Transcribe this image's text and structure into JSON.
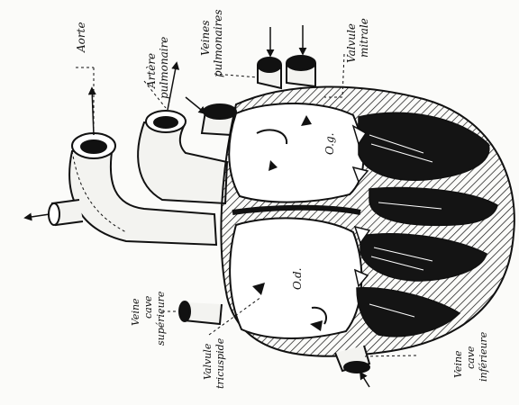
{
  "diagram": {
    "labels": {
      "aorte": "Aorte",
      "artere_pulm_1": "Artère",
      "artere_pulm_2": "pulmonaire",
      "veines_pulm_1": "Veines",
      "veines_pulm_2": "pulmonaires",
      "valvule_mitrale_1": "Valvule",
      "valvule_mitrale_2": "mitrale",
      "og": "O.g.",
      "od": "O.d.",
      "vcs_1": "Veine",
      "vcs_2": "cave",
      "vcs_3": "supérieure",
      "valvule_tric_1": "Valvule",
      "valvule_tric_2": "tricuspide",
      "vci_1": "Veine",
      "vci_2": "cave",
      "vci_3": "inférieure"
    },
    "colors": {
      "ink": "#111111",
      "paper": "#fbfbf9",
      "ventricle_fill": "#141414"
    }
  }
}
